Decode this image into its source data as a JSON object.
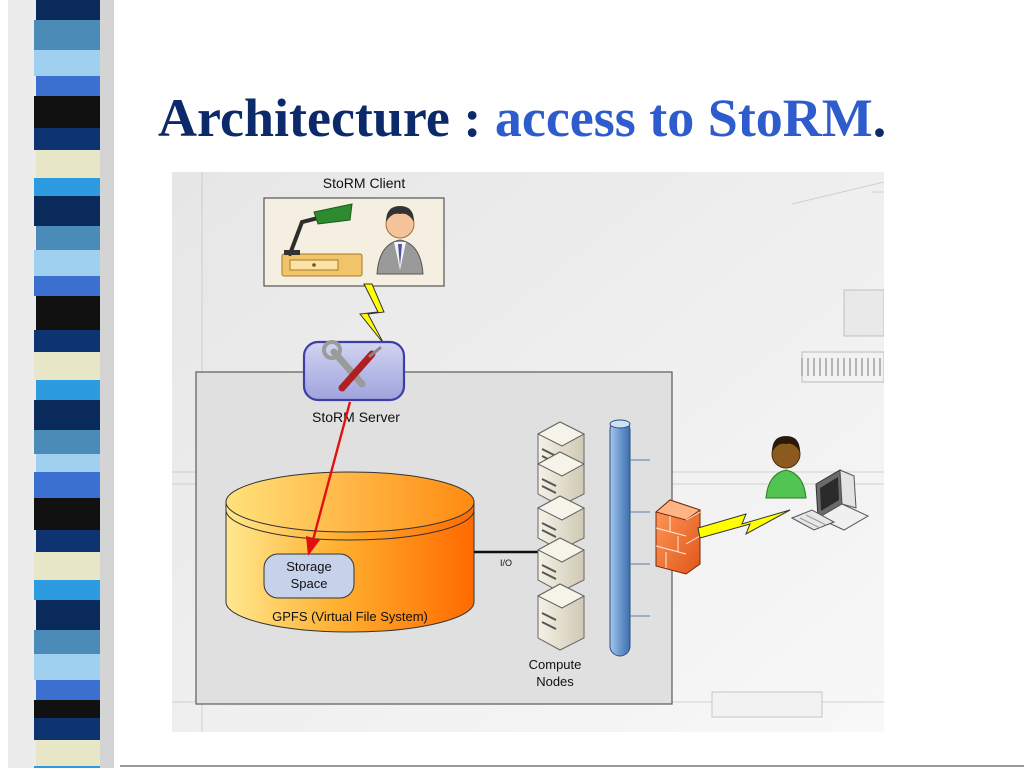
{
  "slide": {
    "title_main": "Architecture : ",
    "title_sub": "access to StoRM",
    "title_period": "."
  },
  "diagram": {
    "client_label": "StoRM Client",
    "server_label": "StoRM Server",
    "storage_label_line1": "Storage",
    "storage_label_line2": "Space",
    "gpfs_label": "GPFS (Virtual File System)",
    "io_label": "I/O",
    "compute_label_line1": "Compute",
    "compute_label_line2": "Nodes"
  },
  "colors": {
    "title_dark": "#0c2a6a",
    "title_accent": "#2f5ccd",
    "cylinder_start": "#ffe890",
    "cylinder_end": "#ff6a00",
    "data_arrow": "#e01010",
    "lightning": "#ffff00",
    "backbone_pipe": "#6a98cf"
  }
}
